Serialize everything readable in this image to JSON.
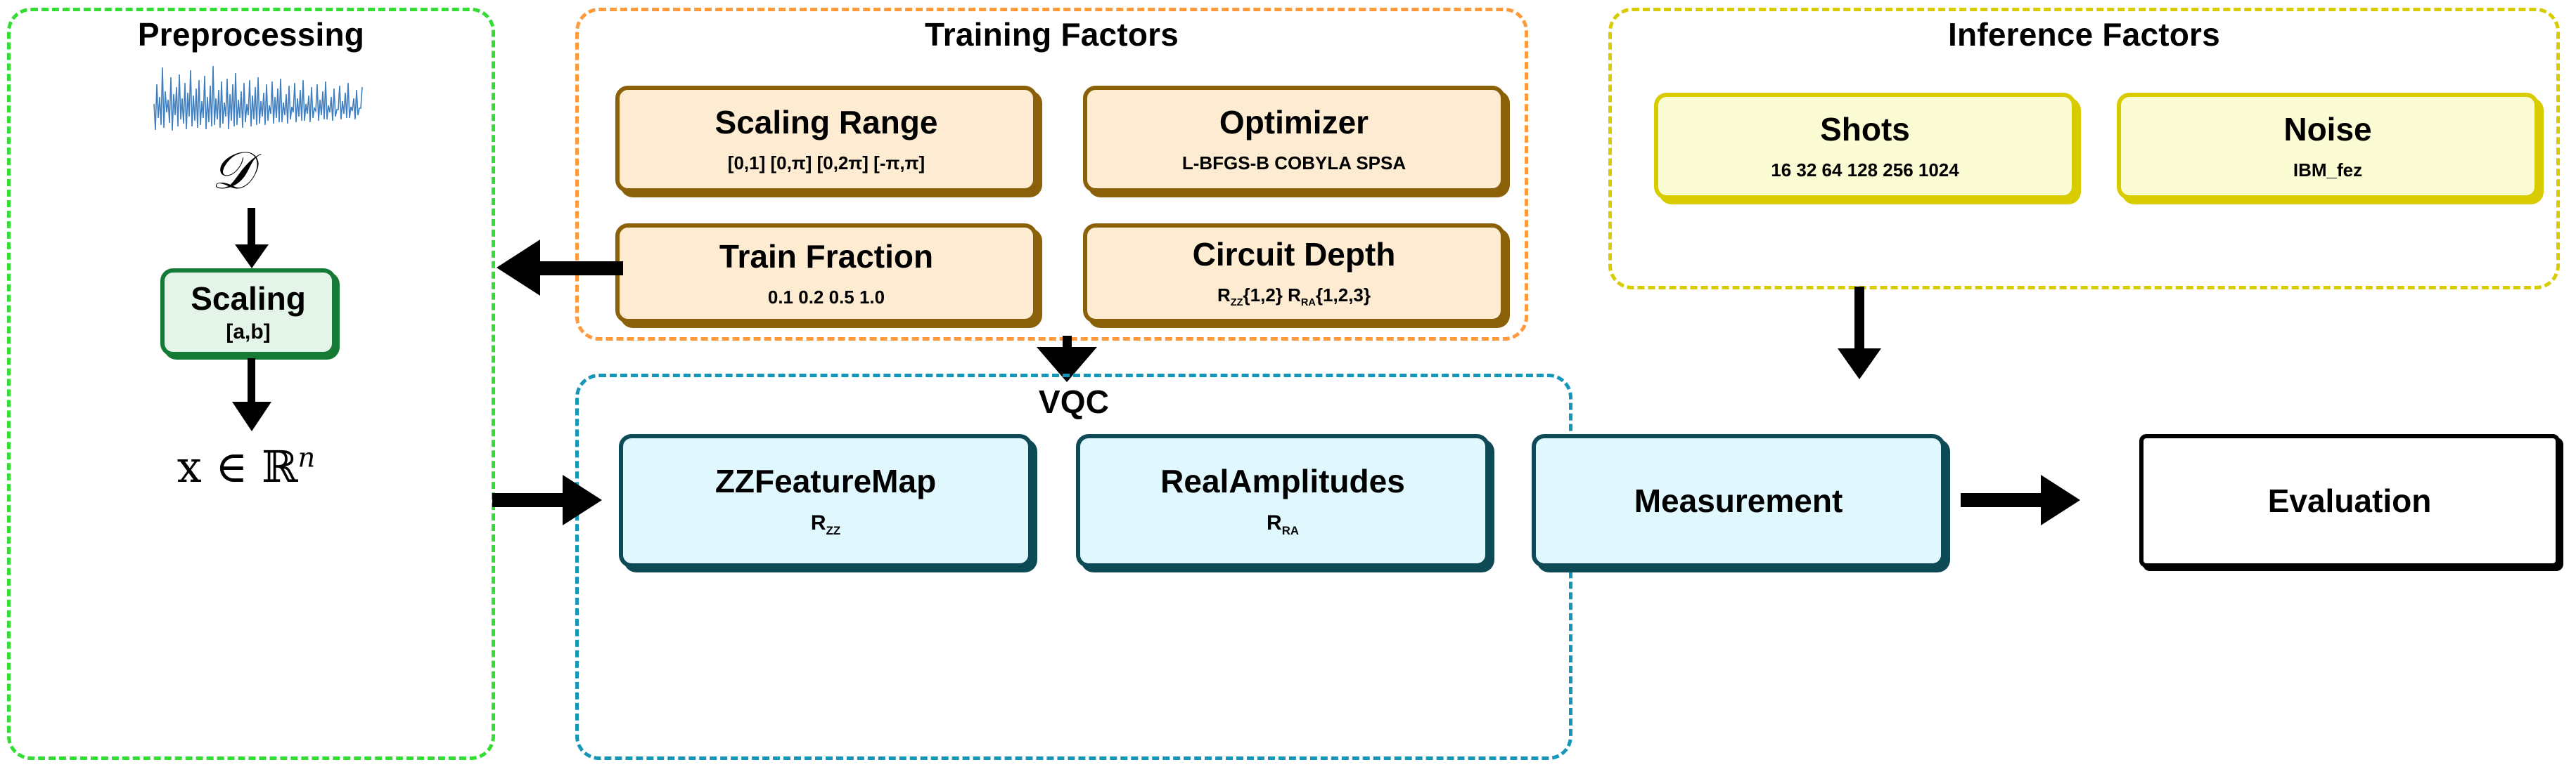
{
  "groups": {
    "preprocessing": {
      "title": "Preprocessing"
    },
    "training": {
      "title": "Training Factors"
    },
    "inference": {
      "title": "Inference Factors"
    },
    "vqc": {
      "title": "VQC"
    }
  },
  "preprocessing": {
    "signal_label": "waveform-signal",
    "dataset_symbol": "𝒟",
    "scaling": {
      "title": "Scaling",
      "sub": "[a,b]"
    },
    "vector_symbol": "x ∈ ℝ",
    "vector_superscript": "n"
  },
  "training_factors": [
    {
      "title": "Scaling Range",
      "sub": "[0,1]  [0,π]  [0,2π]  [-π,π]"
    },
    {
      "title": "Optimizer",
      "sub": "L-BFGS-B  COBYLA  SPSA"
    },
    {
      "title": "Train Fraction",
      "sub": "0.1  0.2  0.5  1.0"
    },
    {
      "title": "Circuit Depth",
      "sub_pre": "R",
      "sub_a": "ZZ",
      "sub_mid": "{1,2}   R",
      "sub_b": "RA",
      "sub_post": "{1,2,3}"
    }
  ],
  "inference_factors": [
    {
      "title": "Shots",
      "sub": "16  32  64  128  256  1024"
    },
    {
      "title": "Noise",
      "sub": "IBM_fez"
    }
  ],
  "vqc_blocks": [
    {
      "title": "ZZFeatureMap",
      "sub_pre": "R",
      "sub_sub": "ZZ"
    },
    {
      "title": "RealAmplitudes",
      "sub_pre": "R",
      "sub_sub": "RA"
    },
    {
      "title": "Measurement",
      "sub_pre": "",
      "sub_sub": ""
    }
  ],
  "evaluation": {
    "title": "Evaluation"
  },
  "colors": {
    "preprocessing_border": "#33dd33",
    "training_border": "#ff9a3c",
    "inference_border": "#d8cc00",
    "vqc_border": "#1496b8",
    "tan_fill": "#fdecd2",
    "tan_border": "#8a6008",
    "yellow_fill": "#fbfbd4",
    "yellow_border": "#d8cc00",
    "cyan_fill": "#e0f8fd",
    "cyan_border": "#0d4a55",
    "green_fill": "#e5f4e9",
    "green_border": "#157a34",
    "signal_stroke": "#3f7fbf"
  },
  "arrows": {
    "training_to_preprocessing": "arrow-left",
    "training_to_vqc": "arrow-down",
    "inference_to_vqc": "arrow-down",
    "preprocessing_to_vqc": "arrow-right",
    "measurement_to_evaluation": "arrow-right",
    "dataset_to_scaling": "arrow-down",
    "scaling_to_vector": "arrow-down"
  }
}
